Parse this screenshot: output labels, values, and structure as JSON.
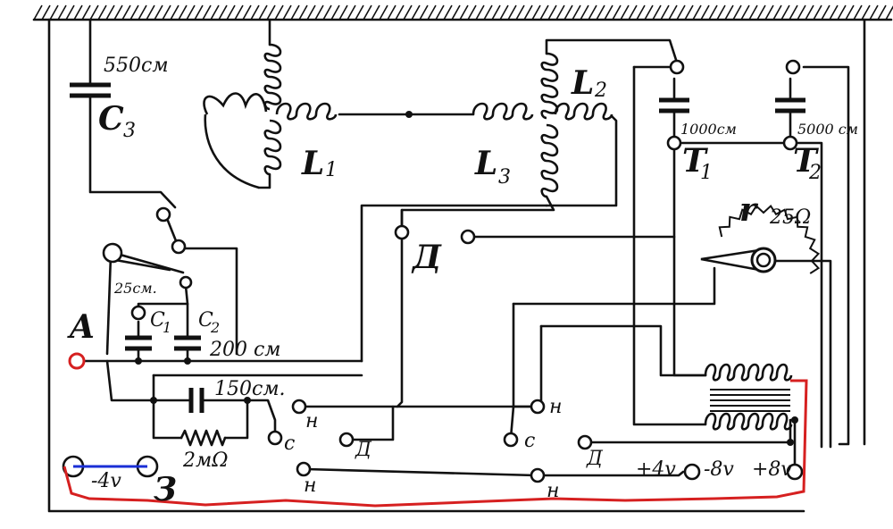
{
  "labels": {
    "c3_value": "550см",
    "c3_name": "C",
    "c3_sub": "3",
    "l1_name": "L",
    "l1_sub": "1",
    "l2_name": "L",
    "l2_sub": "2",
    "l3_name": "L",
    "l3_sub": "3",
    "t1_value": "1000см",
    "t1_name": "T",
    "t1_sub": "1",
    "t2_value": "5000 см",
    "t2_name": "T",
    "t2_sub": "2",
    "r_name": "r",
    "r_value": "25Ω",
    "d_big": "Д",
    "c_25": "25см.",
    "c1_name": "C",
    "c1_sub": "1",
    "c2_name": "C",
    "c2_sub": "2",
    "c2_value": "200 см",
    "a_label": "A",
    "c150": "150см.",
    "res_value": "2мΩ",
    "n1": "н",
    "c_left": "с",
    "d_left": "Д",
    "n_mid": "н",
    "c_mid": "с",
    "d_right": "Д",
    "n_low": "н",
    "n_low2": "н",
    "minus4": "-4v",
    "z3": "З",
    "plus4": "+4v",
    "minus8": "-8v",
    "plus8": "+8v"
  },
  "colors": {
    "line": "#111111",
    "red_wire": "#d62020",
    "blue_wire": "#1a2fd6",
    "red_label": "#d62020"
  }
}
